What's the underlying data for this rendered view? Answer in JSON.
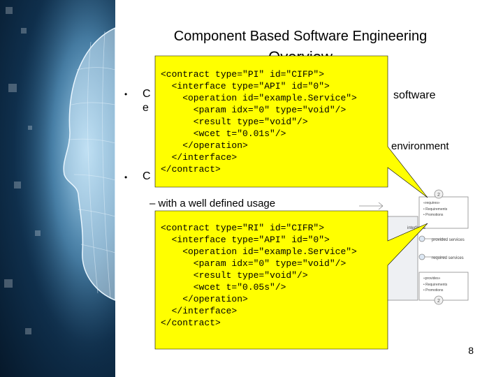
{
  "slide": {
    "title": "Component Based Software Engineering",
    "subtitle": "Overview",
    "page_number": "8"
  },
  "fragments": {
    "bullet1_c": "C",
    "bullet1_software": "software",
    "bullet1_e": "e",
    "bullet1_environment": "environment",
    "bullet2_c": "C",
    "sub_usage": "– with a well defined usage"
  },
  "callout_top": {
    "lines": [
      "<contract type=\"PI\" id=\"CIFP\">",
      "  <interface type=\"API\" id=\"0\">",
      "    <operation id=\"example.Service\">",
      "      <param idx=\"0\" type=\"void\"/>",
      "      <result type=\"void\"/>",
      "      <wcet t=\"0.01s\"/>",
      "    </operation>",
      "  </interface>",
      "</contract>"
    ],
    "color": "#ffff00"
  },
  "callout_bottom": {
    "lines": [
      "<contract type=\"RI\" id=\"CIFR\">",
      "  <interface type=\"API\" id=\"0\">",
      "    <operation id=\"example.Service\">",
      "      <param idx=\"0\" type=\"void\"/>",
      "      <result type=\"void\"/>",
      "      <wcet t=\"0.05s\"/>",
      "    </operation>",
      "  </interface>",
      "</contract>"
    ],
    "color": "#ffff00"
  },
  "diagram": {
    "labels": {
      "interfaces": "interfaces",
      "provided": "provided services",
      "required": "required services",
      "req_header": "«requires»",
      "req_items": [
        "• Requirements",
        "• Promotions"
      ],
      "prov_header": "«provides»",
      "prov_items": [
        "• Requirements",
        "• Promotions"
      ],
      "marker": "2"
    }
  }
}
